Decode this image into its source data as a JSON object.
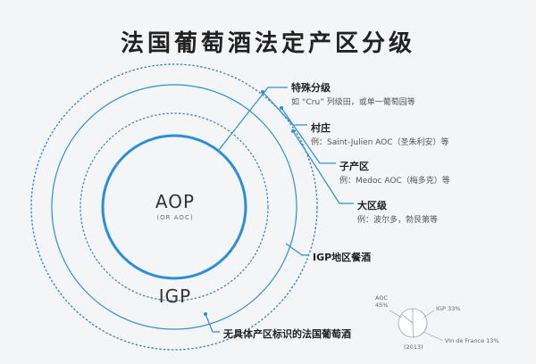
{
  "title": "法国葡萄酒法定产区分级",
  "diagram": {
    "center_label": "AOP",
    "center_sublabel": "(OR AOC)",
    "middle_label": "IGP",
    "callouts": [
      {
        "title": "特殊分级",
        "detail": "如 “Cru” 列级田，或单一葡萄园等"
      },
      {
        "title": "村庄",
        "detail": "例：Saint-Julien AOC（圣朱利安）等"
      },
      {
        "title": "子产区",
        "detail": "例：Medoc AOC（梅多克）等"
      },
      {
        "title": "大区级",
        "detail": "例：波尔多，勃艮第等"
      },
      {
        "title": "IGP地区餐酒",
        "detail": ""
      },
      {
        "title": "无具体产区标识的法国葡萄酒",
        "detail": ""
      }
    ],
    "colors": {
      "accent": "#2b8fd8",
      "ring_dash": "#3a7fc0"
    }
  },
  "chart_data": {
    "type": "pie",
    "labels": [
      "AOC",
      "IGP",
      "Vin de France"
    ],
    "values": [
      45,
      33,
      13
    ],
    "slice_labels": [
      "AOC\n45%",
      "IGP 33%",
      "Vin de France 13%"
    ],
    "caption": "(2013)"
  }
}
